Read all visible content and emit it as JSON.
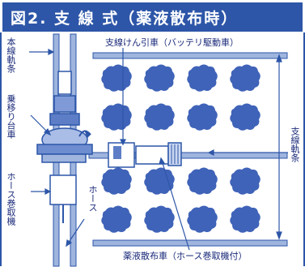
{
  "title": "図2. 支 線 式（薬液散布時）",
  "labels": {
    "main_rail": "本線軌条",
    "transfer_cart": "乗移り台車",
    "hose_reel_machine": "ホース巻取機",
    "hose": "ホース",
    "tow_vehicle": "支線けん引車（バッテリ駆動車）",
    "spray_vehicle": "薬液散布車（ホース巻取機付）",
    "branch_rail": "支線軌条"
  },
  "colors": {
    "title_bg": "#2d56a8",
    "rail": "#9fb5de",
    "tree": "#3f63b8",
    "text": "#1a2a7a"
  }
}
